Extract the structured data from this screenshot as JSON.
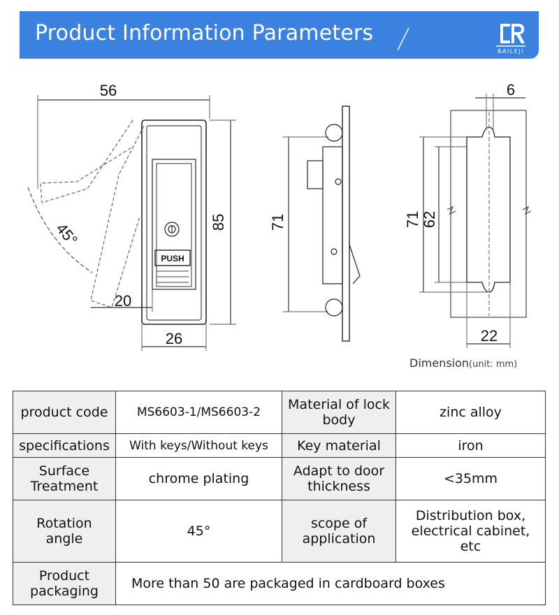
{
  "header": {
    "title": "Product Information Parameters",
    "logo_text": "BAILEJI"
  },
  "drawings": {
    "front": {
      "width_top": "56",
      "height": "85",
      "angle": "45°",
      "offset": "20",
      "width_bottom": "26",
      "button_text": "PUSH"
    },
    "side": {
      "height": "71"
    },
    "cutout": {
      "slot": "6",
      "height_outer": "71",
      "height_inner": "62",
      "width": "22"
    }
  },
  "caption": {
    "label": "Dimension",
    "unit": "(unit:  mm)"
  },
  "specs": {
    "r1": {
      "l1": "product code",
      "v1": "MS6603-1/MS6603-2",
      "l2": "Material of lock body",
      "v2": "zinc alloy"
    },
    "r2": {
      "l1": "specifications",
      "v1": "With keys/Without keys",
      "l2": "Key material",
      "v2": "iron"
    },
    "r3": {
      "l1": "Surface Treatment",
      "v1": "chrome plating",
      "l2": "Adapt to door thickness",
      "v2": "<35mm"
    },
    "r4": {
      "l1": "Rotation angle",
      "v1": "45°",
      "l2": "scope of application",
      "v2": "Distribution box, electrical cabinet, etc"
    },
    "r5": {
      "l1": "Product packaging",
      "v1": "More than 50 are packaged in cardboard boxes"
    }
  }
}
